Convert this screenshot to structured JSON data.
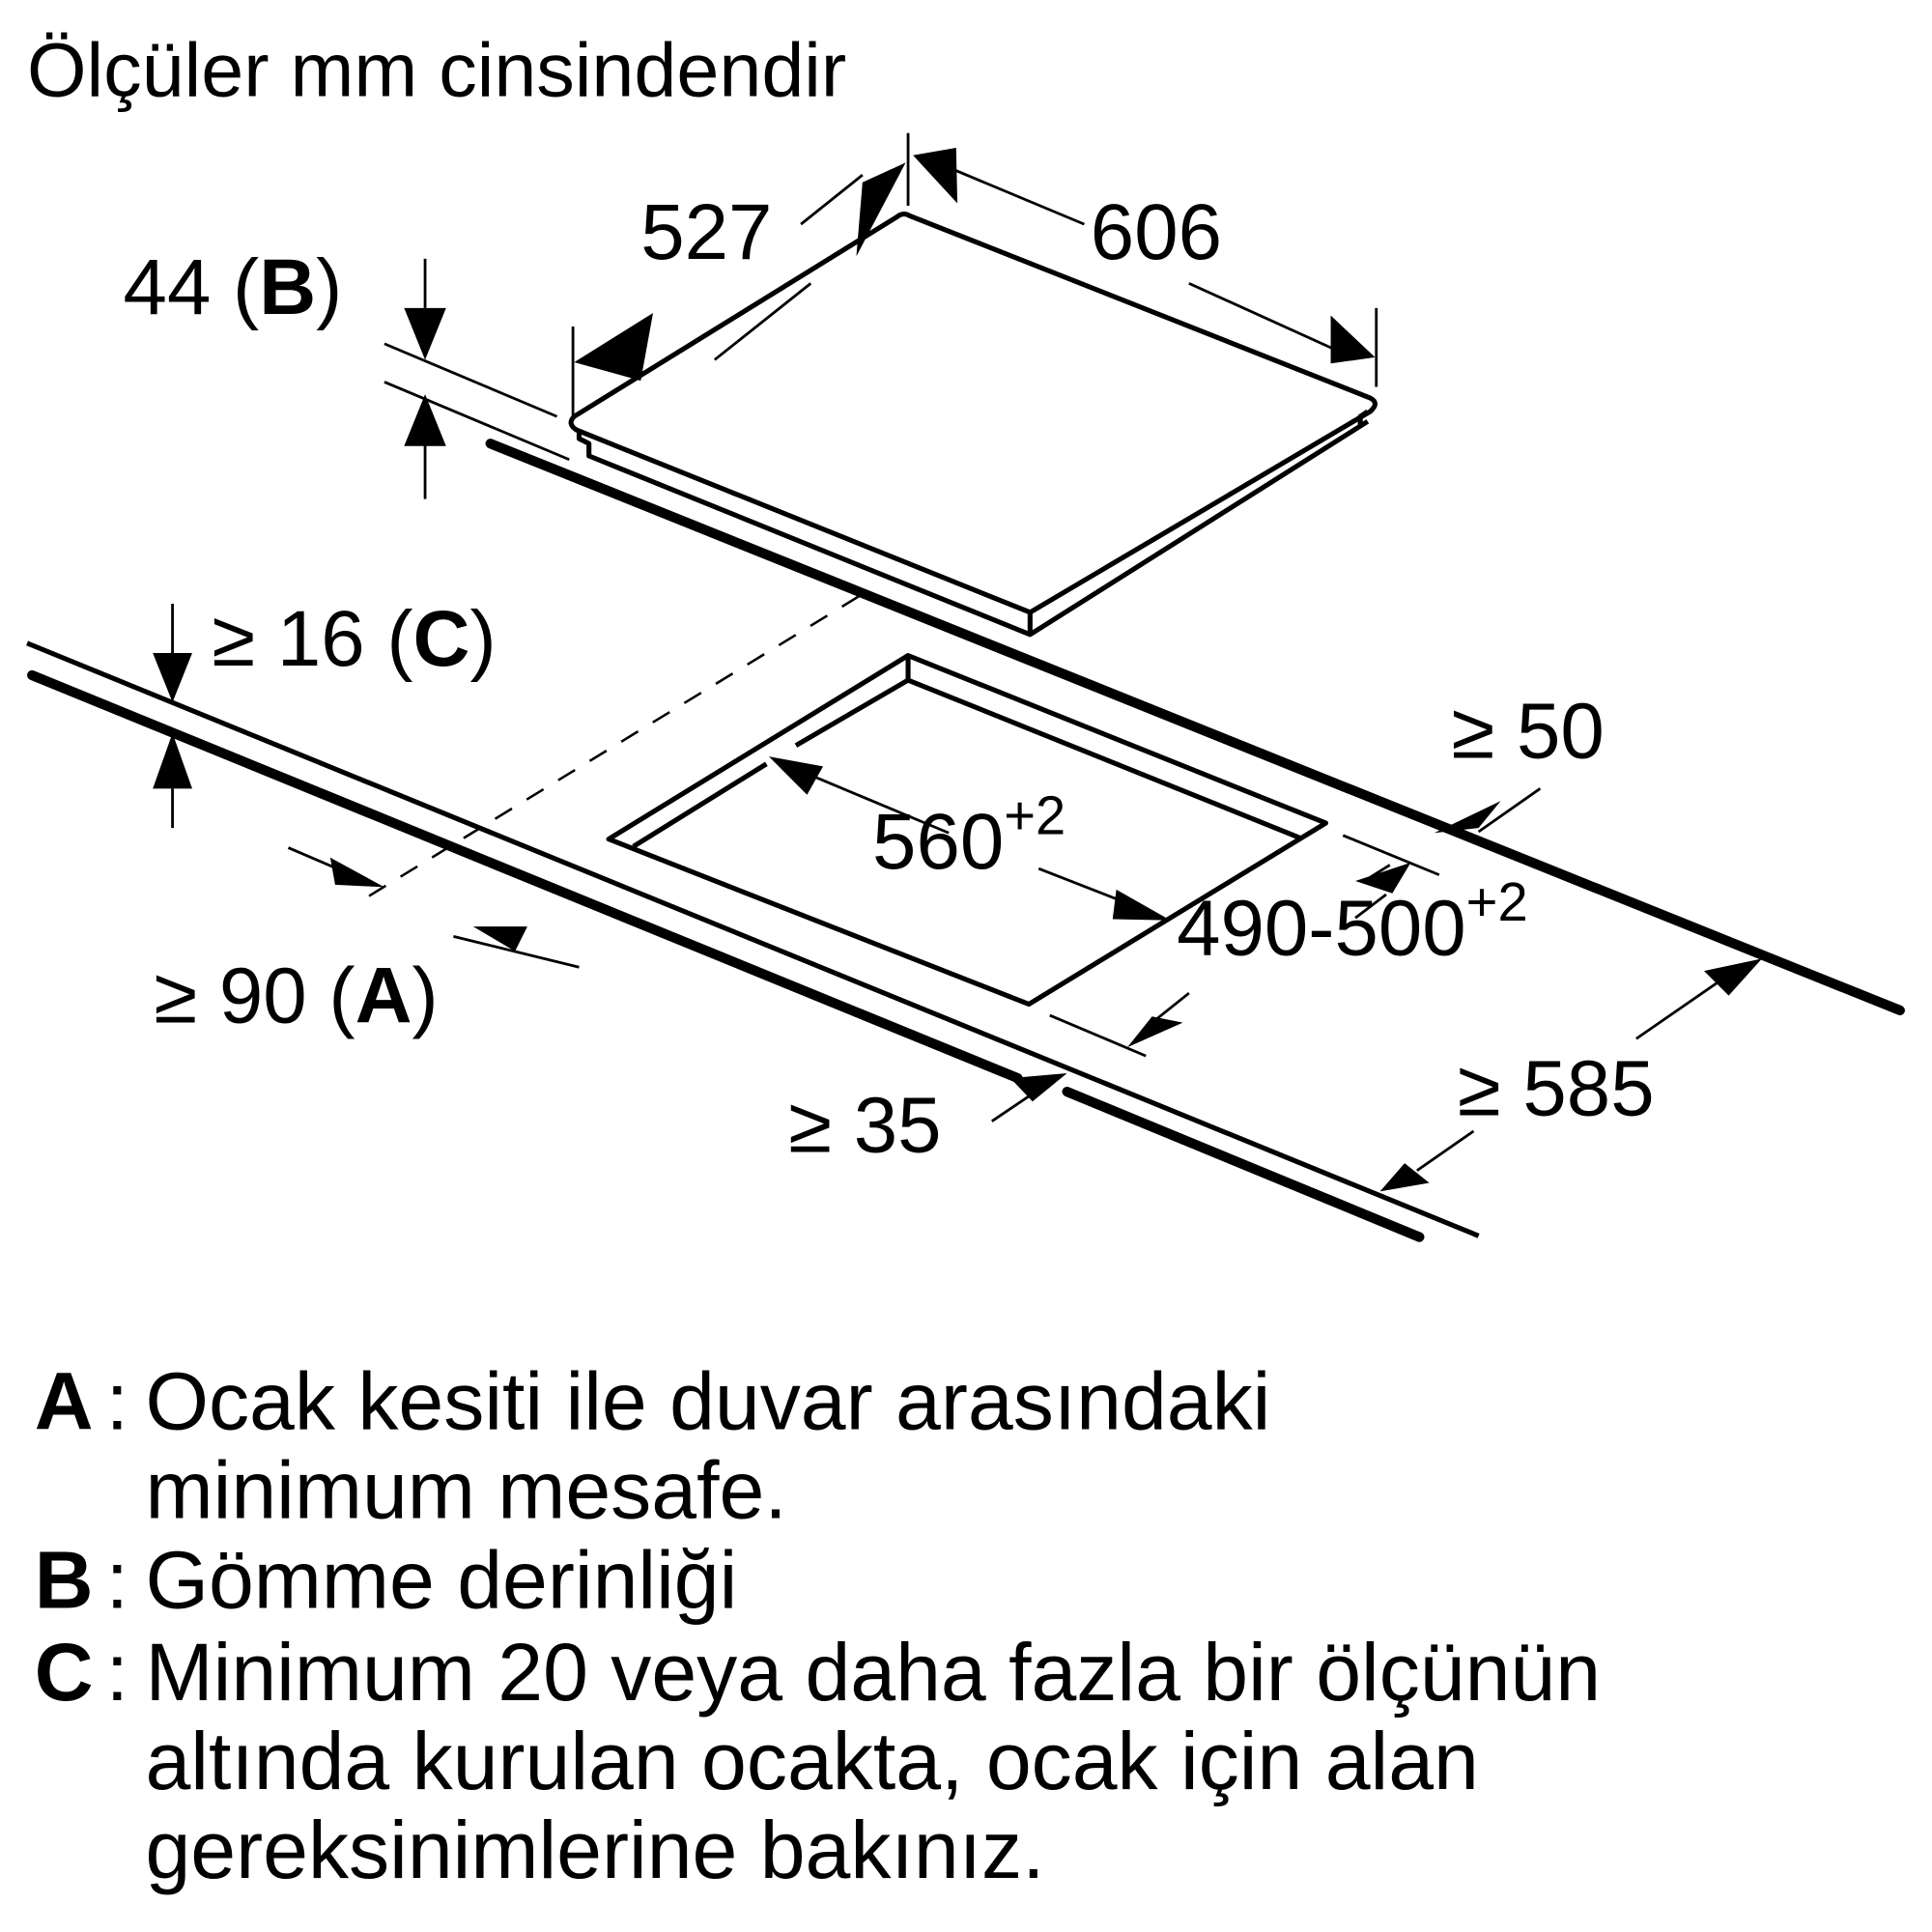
{
  "title": "Ölçüler mm cinsindendir",
  "dimensions": {
    "hob_depth": "527",
    "hob_width": "606",
    "built_in_depth": {
      "value": "44",
      "tag": "B"
    },
    "worktop_thickness": {
      "prefix": "≥ 16",
      "tag": "C"
    },
    "cutout_width": {
      "value": "560",
      "tolerance": "+2"
    },
    "cutout_depth": {
      "value": "490-500",
      "tolerance": "+2"
    },
    "wall_clearance": {
      "prefix": "≥ 90",
      "tag": "A"
    },
    "rear_clearance": "≥ 50",
    "front_clearance": "≥ 35",
    "worktop_depth": "≥ 585"
  },
  "legend": [
    {
      "key": "A",
      "lines": [
        "Ocak kesiti ile duvar arasındaki",
        "minimum mesafe."
      ]
    },
    {
      "key": "B",
      "lines": [
        "Gömme derinliği"
      ]
    },
    {
      "key": "C",
      "lines": [
        "Minimum 20 veya daha fazla bir ölçünün",
        "altında kurulan ocakta, ocak için alan",
        "gereksinimlerine bakınız."
      ]
    }
  ]
}
